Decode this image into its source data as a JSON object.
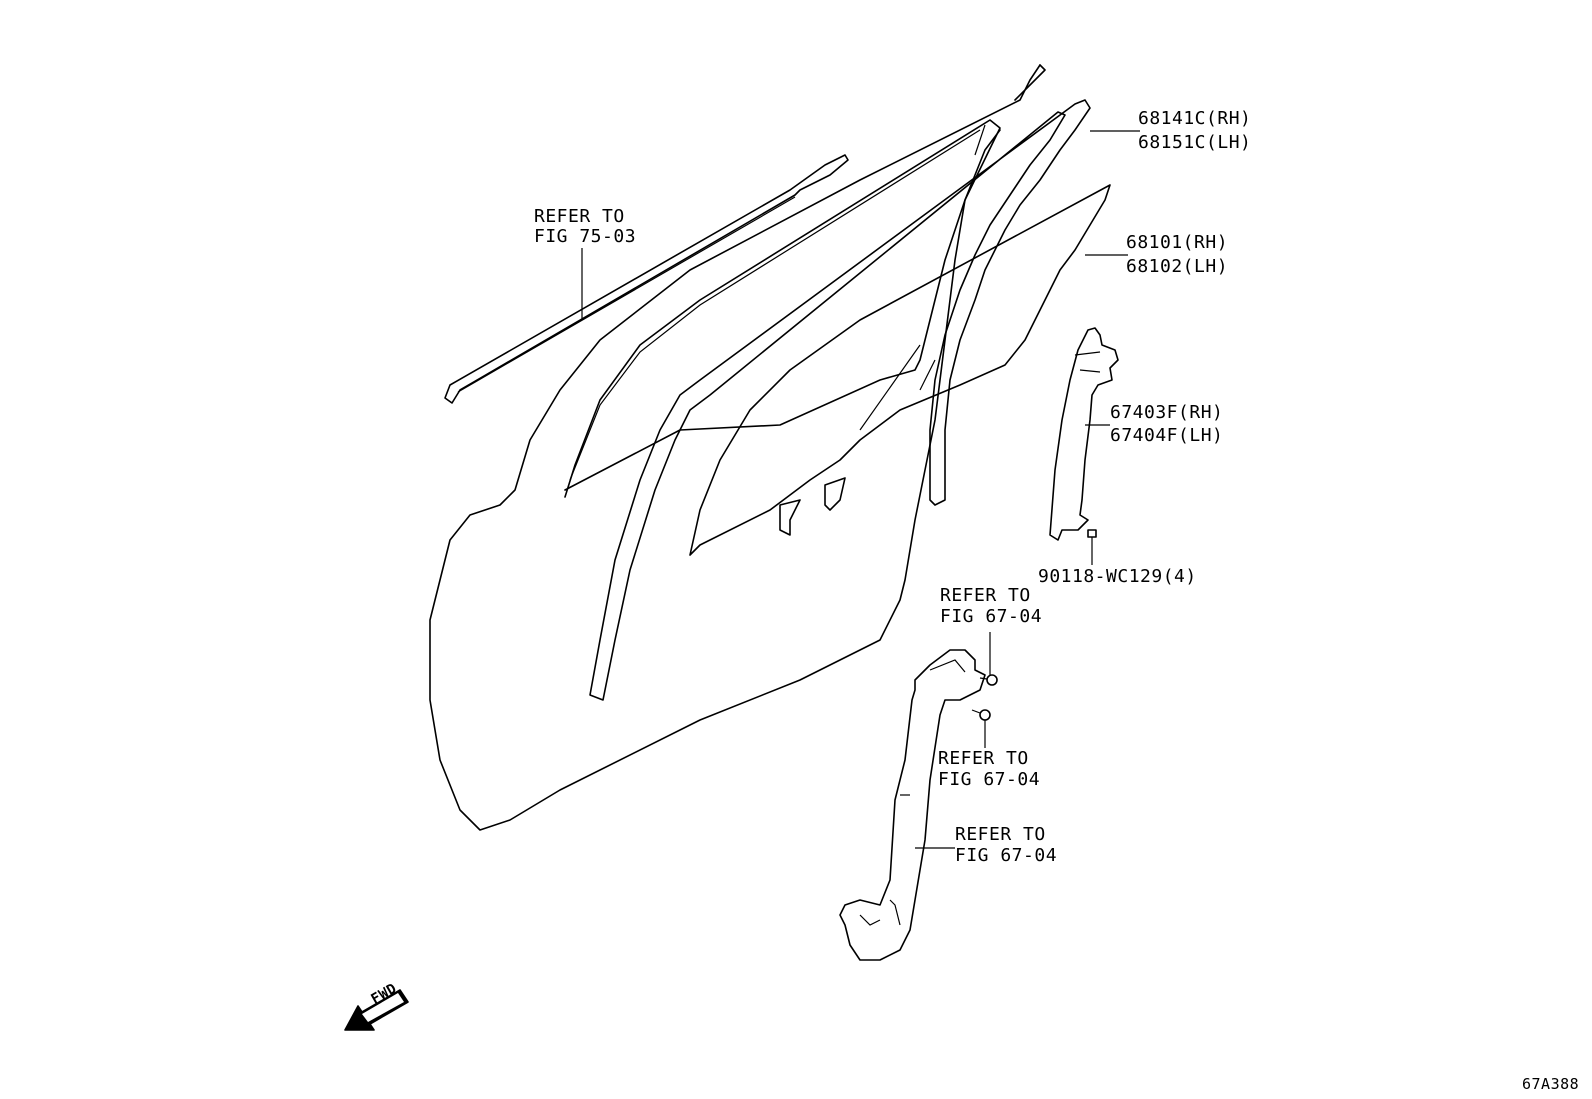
{
  "callouts": {
    "molding_ref": {
      "line1": "REFER TO",
      "line2": "FIG 75-03"
    },
    "run_channel": {
      "line1": "68141C(RH)",
      "line2": "68151C(LH)"
    },
    "door_glass": {
      "line1": "68101(RH)",
      "line2": "68102(LH)"
    },
    "rear_sash": {
      "line1": "67403F(RH)",
      "line2": "67404F(LH)"
    },
    "bolt": {
      "line1": "90118-WC129(4)"
    },
    "regulator_ref_top": {
      "line1": "REFER TO",
      "line2": "FIG 67-04"
    },
    "regulator_ref_mid": {
      "line1": "REFER TO",
      "line2": "FIG 67-04"
    },
    "regulator_ref_bottom": {
      "line1": "REFER TO",
      "line2": "FIG 67-04"
    }
  },
  "fwd_arrow": {
    "label": "FWD"
  },
  "figure_code": "67A388"
}
